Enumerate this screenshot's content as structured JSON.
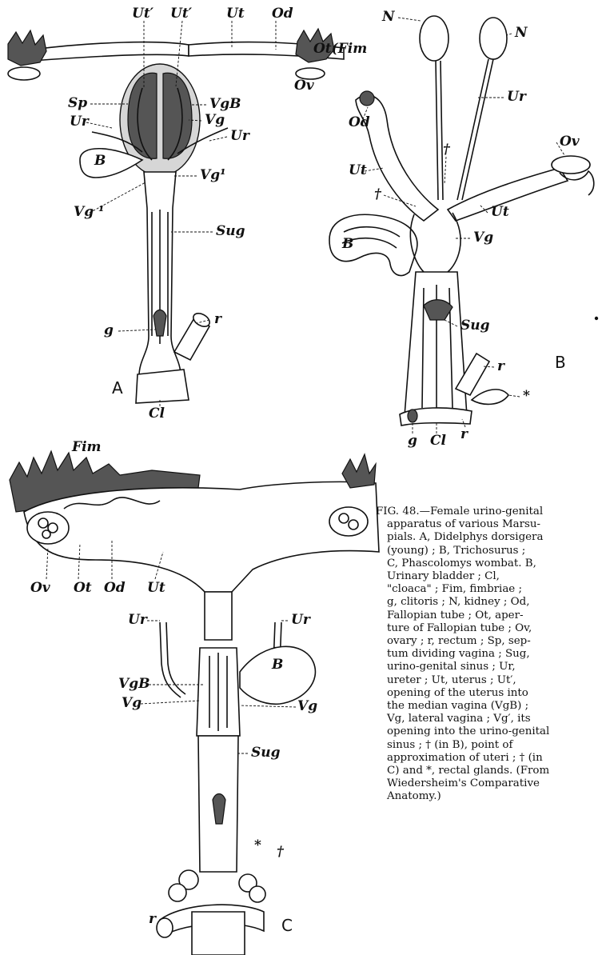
{
  "panels": {
    "A": {
      "letter": "A",
      "labels": {
        "ut_prime_1": "Ut′",
        "ut_prime_2": "Ut′",
        "ut": "Ut",
        "od": "Od",
        "ot_fim": "Ot(Fim",
        "ov": "Ov",
        "sp": "Sp",
        "vgb": "VgB",
        "ur_left": "Ur",
        "vg": "Vg",
        "ur_right": "Ur",
        "b": "B",
        "vg1_right": "Vg¹",
        "vg1_left": "Vg ¹",
        "sug": "Sug",
        "r": "r",
        "g": "g",
        "cl": "Cl"
      }
    },
    "B": {
      "letter": "B",
      "labels": {
        "n_left": "N",
        "n_right": "N",
        "ur": "Ur",
        "od": "Od",
        "dagger_top": "†",
        "ov": "Ov",
        "ut_left": "Ut",
        "dagger_left": "†",
        "ut_right": "Ut",
        "b": "B",
        "vg": "Vg",
        "sug": "Sug",
        "r_top": "r",
        "star": "*",
        "g": "g",
        "cl": "Cl",
        "r_bottom": "r"
      }
    },
    "C": {
      "letter": "C",
      "labels": {
        "fim": "Fim",
        "ov": "Ov",
        "ot": "Ot",
        "od": "Od",
        "ut": "Ut",
        "ur_left": "Ur",
        "ur_right": "Ur",
        "vgb": "VgB",
        "b": "B",
        "vg_left": "Vg",
        "vg_right": "Vg",
        "sug": "Sug",
        "star": "*",
        "dagger": "†",
        "r": "r"
      }
    }
  },
  "caption": {
    "lines": [
      "FIG. 48.—Female urino-genital",
      "apparatus of various Marsu-",
      "pials. A, Didelphys dorsigera",
      "(young) ; B, Trichosurus ;",
      "C, Phascolomys wombat. B,",
      "Urinary bladder ; Cl,",
      "\"cloaca\" ; Fim, fimbriae ;",
      "g, clitoris ; N, kidney ; Od,",
      "Fallopian tube ; Ot, aper-",
      "ture of Fallopian tube ; Ov,",
      "ovary ; r, rectum ; Sp, sep-",
      "tum dividing vagina ; Sug,",
      "urino-genital sinus ; Ur,",
      "ureter ; Ut, uterus ; Ut′,",
      "opening of the uterus into",
      "the median vagina (VgB) ;",
      "Vg, lateral vagina ; Vg′, its",
      "opening into the urino-genital",
      "sinus ; † (in B), point of",
      "approximation of uteri ; † (in",
      "C) and *, rectal glands. (From",
      "Wiedersheim's Comparative",
      "Anatomy.)"
    ]
  }
}
